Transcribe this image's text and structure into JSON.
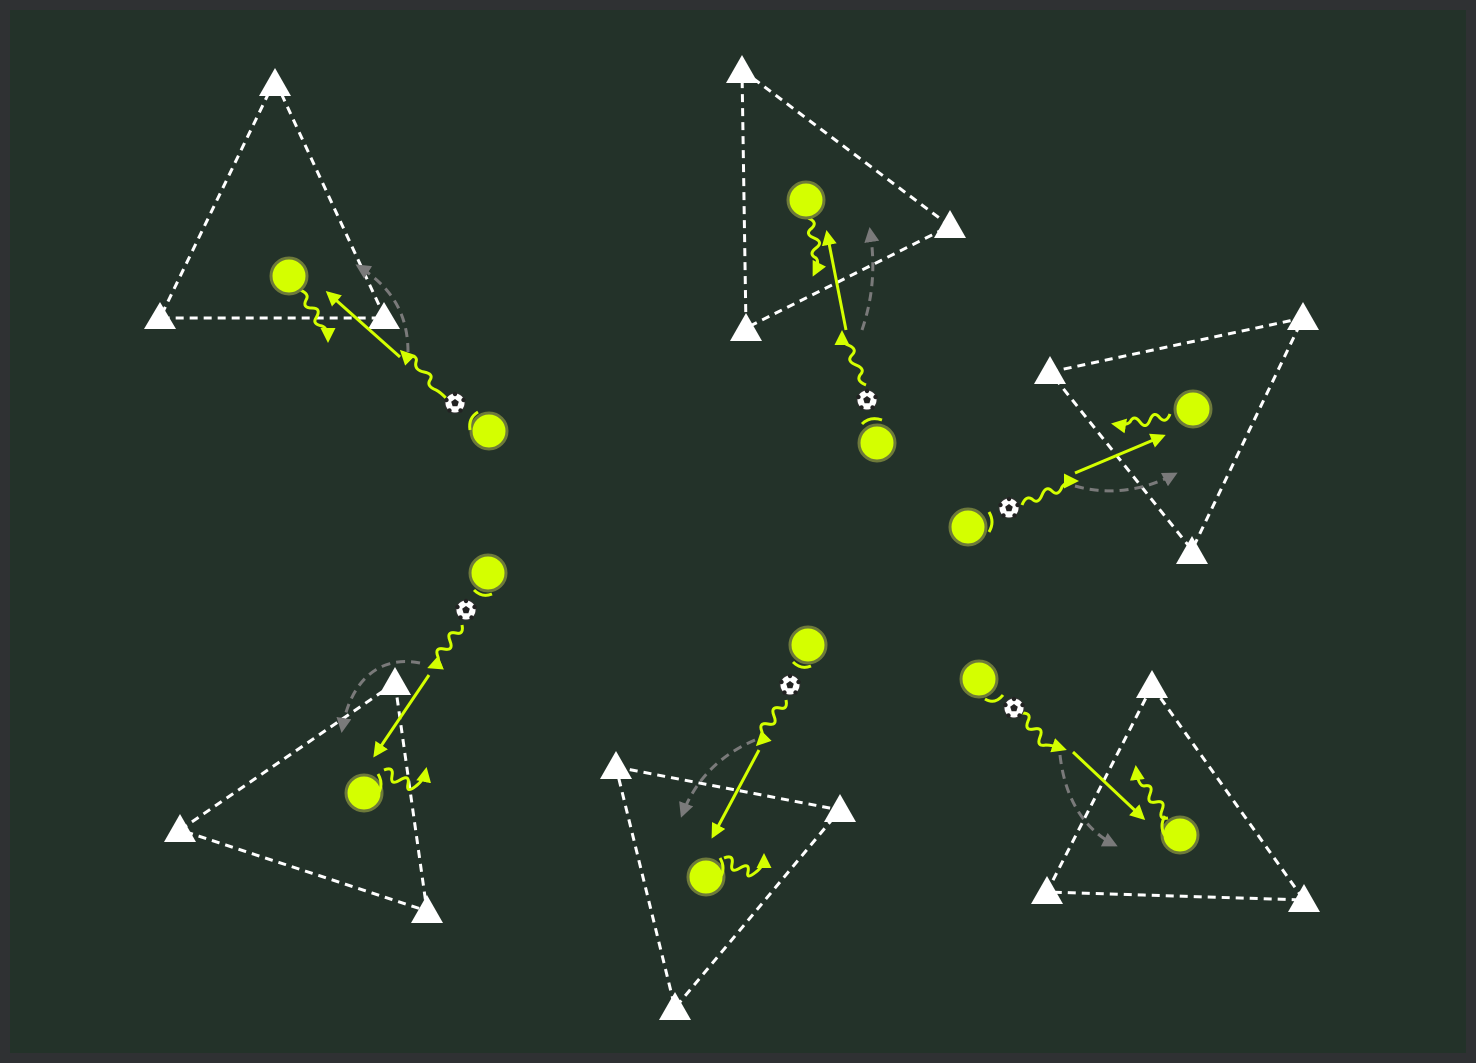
{
  "diagram": {
    "type": "soccer-drill",
    "colors": {
      "frame": "#2f3133",
      "pitch": "#233229",
      "cone": "#ffffff",
      "boundary_line": "#ffffff",
      "player": "#d4ff00",
      "player_outline": "#6e7a3a",
      "pass_arrow": "#d4ff00",
      "run_arrow": "#7a7a7a",
      "ball": "#ffffff"
    },
    "legend_semantics": {
      "cone": "triangle-cone-icon",
      "player": "yellow-circle",
      "ball": "soccer-ball-icon",
      "pass": "solid-yellow-arrow",
      "dribble": "wavy-yellow-arrow",
      "run": "dashed-grey-arrow"
    },
    "stations": [
      {
        "id": "top-left",
        "cones": 3,
        "players": 2,
        "balls": 1
      },
      {
        "id": "top-center",
        "cones": 3,
        "players": 2,
        "balls": 1
      },
      {
        "id": "right",
        "cones": 3,
        "players": 2,
        "balls": 1
      },
      {
        "id": "bottom-left",
        "cones": 3,
        "players": 2,
        "balls": 1
      },
      {
        "id": "bottom-center",
        "cones": 3,
        "players": 2,
        "balls": 1
      },
      {
        "id": "bottom-right",
        "cones": 3,
        "players": 2,
        "balls": 1
      }
    ]
  }
}
